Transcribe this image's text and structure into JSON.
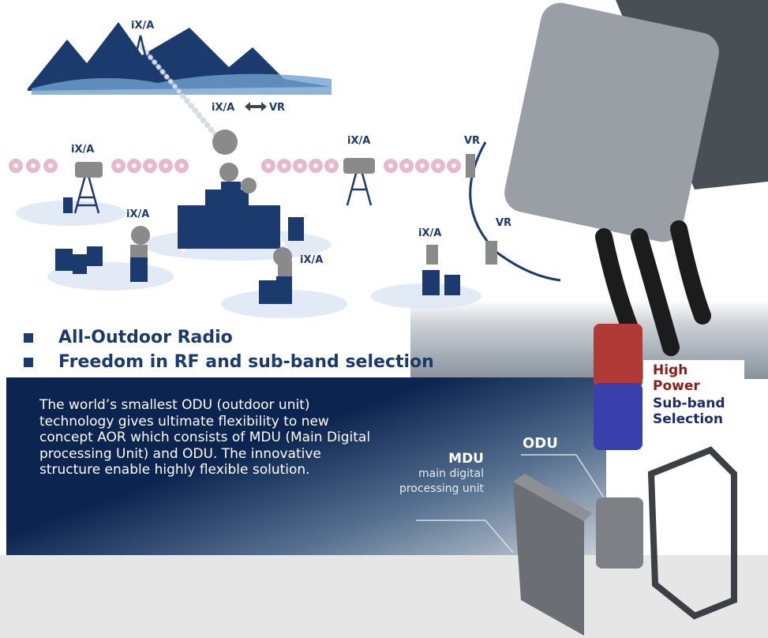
{
  "diagram_labels": {
    "top_tower": "iX/A",
    "hub": "iX/A",
    "hub_vr": "VR",
    "left_tower": "iX/A",
    "middle_tower": "iX/A",
    "right_vr": "VR",
    "left_building": "iX/A",
    "center_building": "iX/A",
    "right_building": "iX/A",
    "right_building_vr": "VR"
  },
  "bullets": [
    "All-Outdoor Radio",
    "Freedom in RF and sub-band selection"
  ],
  "description": "The world’s smallest ODU (outdoor unit) technology gives ultimate flexibility to new concept AOR which consists of MDU (Main Digital processing Unit) and ODU. The innovative structure enable highly flexible solution.",
  "mdu": {
    "title": "MDU",
    "subtitle": "main digital processing unit"
  },
  "odu_label": "ODU",
  "tags": {
    "high_power": "High Power",
    "sub_band": "Sub-band Selection"
  },
  "colors": {
    "navy": "#1b3a6e",
    "red": "#8a1c1c",
    "band": "#0b2550"
  }
}
